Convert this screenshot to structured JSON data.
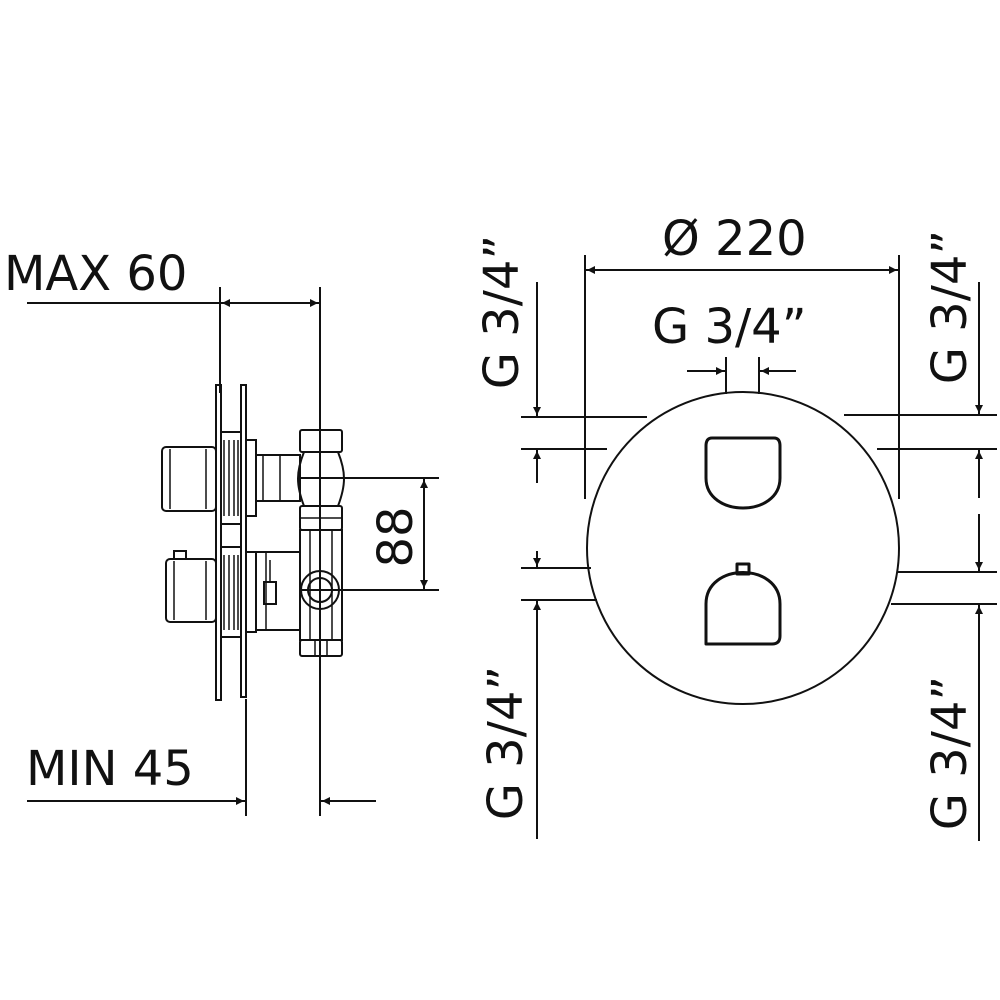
{
  "side_view": {
    "max_label": "MAX 60",
    "min_label": "MIN 45",
    "height_label": "88"
  },
  "front_view": {
    "diameter_label": "Ø 220",
    "center_thread_label": "G 3/4”",
    "left_top_thread_label": "G 3/4”",
    "left_bottom_thread_label": "G 3/4”",
    "right_top_thread_label": "G 3/4”",
    "right_bottom_thread_label": "G 3/4”"
  }
}
